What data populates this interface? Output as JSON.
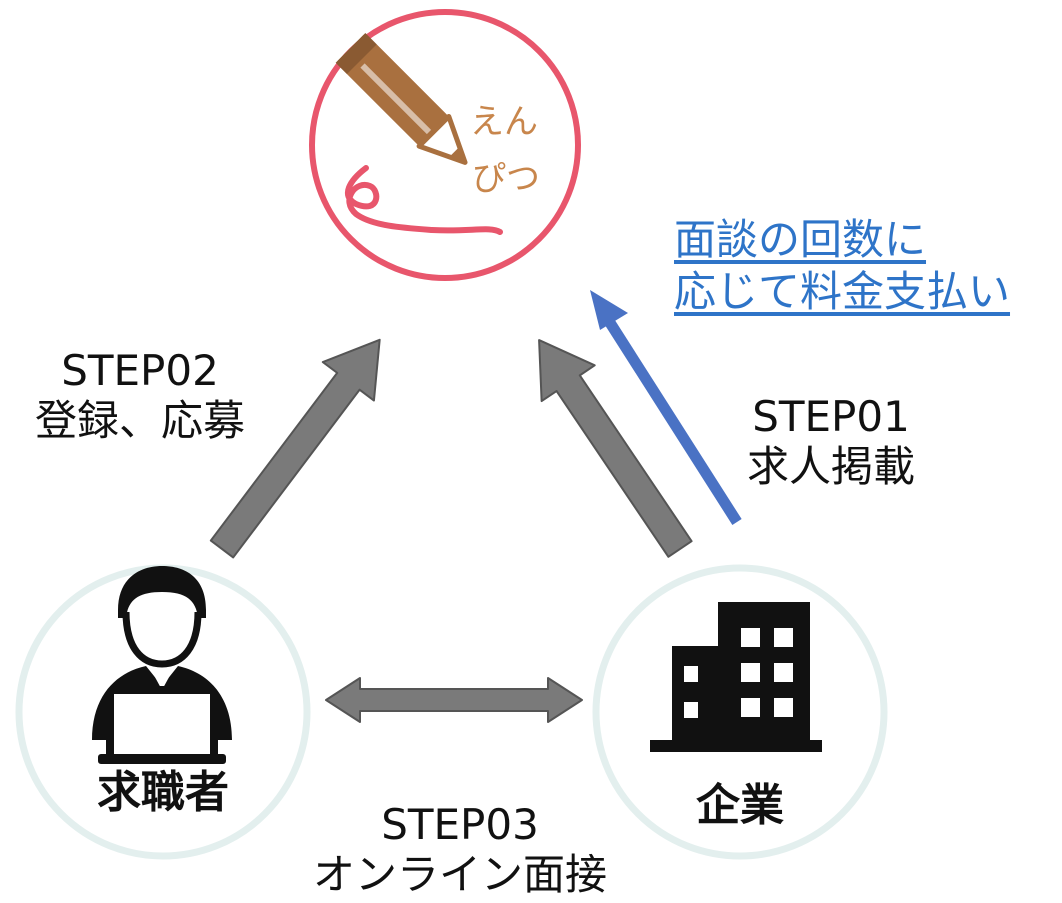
{
  "logo": {
    "text_line1": "えん",
    "text_line2": "ぴつ",
    "ring_color": "#e8566c",
    "pencil_color": "#a9703f",
    "text_color": "#c8864c"
  },
  "fee_link": {
    "line1": "面談の回数に",
    "line2": "応じて料金支払い",
    "color": "#2e74c8"
  },
  "steps": {
    "step02": {
      "title": "STEP02",
      "desc": "登録、応募"
    },
    "step01": {
      "title": "STEP01",
      "desc": "求人掲載"
    },
    "step03": {
      "title": "STEP03",
      "desc": "オンライン面接"
    }
  },
  "nodes": {
    "job_seeker": {
      "label": "求職者",
      "icon": "person-laptop-icon"
    },
    "company": {
      "label": "企業",
      "icon": "building-icon"
    }
  },
  "colors": {
    "arrow_gray": "#7a7a7a",
    "arrow_blue": "#4a72c4",
    "node_ring": "#e3efee"
  }
}
